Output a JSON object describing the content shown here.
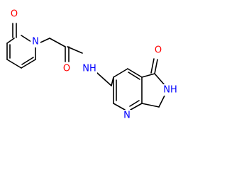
{
  "molecule": {
    "colors": {
      "bond": "#000000",
      "oxygen": "#ff0000",
      "nitrogen": "#0000ff",
      "background": "#ffffff"
    },
    "atoms": [
      {
        "id": "o-pyridone",
        "label": "O",
        "element": "O"
      },
      {
        "id": "n-pyridone",
        "label": "N",
        "element": "N"
      },
      {
        "id": "o-amide",
        "label": "O",
        "element": "O"
      },
      {
        "id": "nh-amide",
        "label": "NH",
        "element": "N"
      },
      {
        "id": "o-lactam",
        "label": "O",
        "element": "O"
      },
      {
        "id": "nh-lactam",
        "label": "NH",
        "element": "N"
      },
      {
        "id": "n-pyridine",
        "label": "N",
        "element": "N"
      }
    ]
  }
}
